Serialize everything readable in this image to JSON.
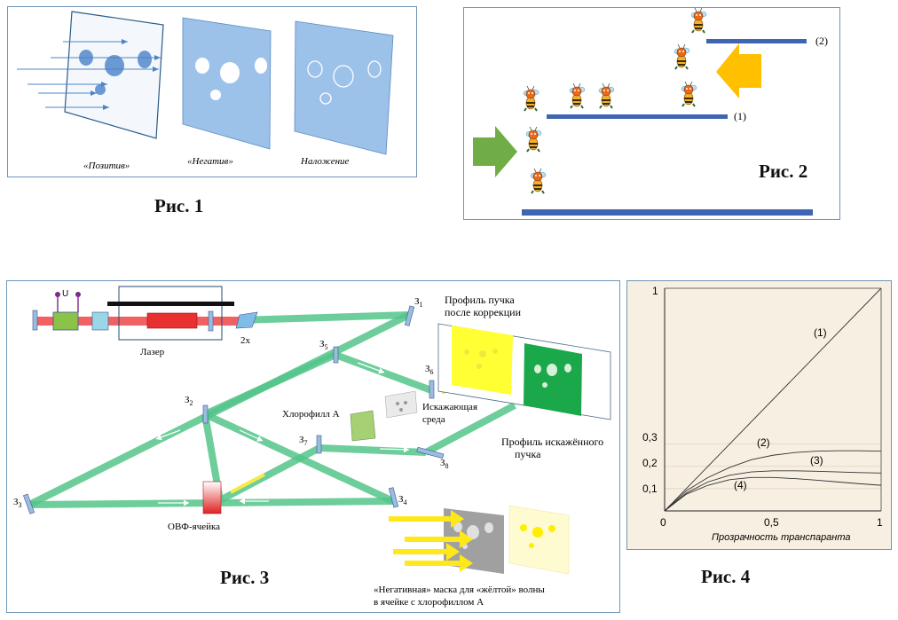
{
  "fig1": {
    "caption": "Рис. 1",
    "labels": [
      "«Позитив»",
      "«Негатив»",
      "Наложение"
    ]
  },
  "fig2": {
    "caption": "Рис. 2",
    "line_labels": [
      "(1)",
      "(2)"
    ]
  },
  "fig3": {
    "caption": "Рис. 3",
    "voltage": "U",
    "laser": "Лазер",
    "doubler": "2x",
    "mirrors": {
      "z1": "З",
      "s1": "1",
      "z2": "З",
      "s2": "2",
      "z3": "З",
      "s3": "3",
      "z4": "З",
      "s4": "4",
      "z5": "З",
      "s5": "5",
      "z6": "З",
      "s6": "6",
      "z7": "З",
      "s7": "7",
      "z8": "З",
      "s8": "8"
    },
    "chlorophyll": "Хлорофилл А",
    "distort_1": "Искажающая",
    "distort_2": "среда",
    "profile_corr_1": "Профиль пучка",
    "profile_corr_2": "после коррекции",
    "profile_dist_1": "Профиль искажённого",
    "profile_dist_2": "пучка",
    "ovf": "ОВФ-ячейка",
    "mask_1": "«Негативная» маска для «жёлтой» волны",
    "mask_2": "в ячейке с хлорофиллом А"
  },
  "fig4": {
    "caption": "Рис. 4",
    "y_ticks": [
      "1",
      "0,3",
      "0,2",
      "0,1"
    ],
    "x_ticks": [
      "0",
      "0,5",
      "1"
    ],
    "xlabel": "Прозрачность транспаранта",
    "curve_labels": [
      "(1)",
      "(2)",
      "(3)",
      "(4)"
    ]
  },
  "chart_data": {
    "type": "line",
    "xlabel": "Прозрачность транспаранта",
    "ylabel": "",
    "xlim": [
      0,
      1
    ],
    "ylim": [
      0,
      1
    ],
    "x_ticks": [
      0,
      0.5,
      1
    ],
    "y_ticks": [
      0.1,
      0.2,
      0.3,
      1
    ],
    "series": [
      {
        "name": "(1)",
        "x": [
          0,
          1
        ],
        "y": [
          0,
          1
        ]
      },
      {
        "name": "(2)",
        "x": [
          0,
          0.1,
          0.2,
          0.3,
          0.4,
          0.5,
          0.6,
          0.7,
          0.8,
          0.9,
          1.0
        ],
        "y": [
          0,
          0.09,
          0.15,
          0.195,
          0.23,
          0.25,
          0.262,
          0.268,
          0.27,
          0.27,
          0.268
        ]
      },
      {
        "name": "(3)",
        "x": [
          0,
          0.1,
          0.2,
          0.3,
          0.4,
          0.5,
          0.6,
          0.7,
          0.8,
          0.9,
          1.0
        ],
        "y": [
          0,
          0.08,
          0.13,
          0.16,
          0.175,
          0.18,
          0.18,
          0.178,
          0.175,
          0.172,
          0.17
        ]
      },
      {
        "name": "(4)",
        "x": [
          0,
          0.1,
          0.2,
          0.3,
          0.4,
          0.5,
          0.6,
          0.7,
          0.8,
          0.9,
          1.0
        ],
        "y": [
          0,
          0.075,
          0.115,
          0.14,
          0.15,
          0.15,
          0.145,
          0.138,
          0.13,
          0.122,
          0.115
        ]
      }
    ]
  }
}
